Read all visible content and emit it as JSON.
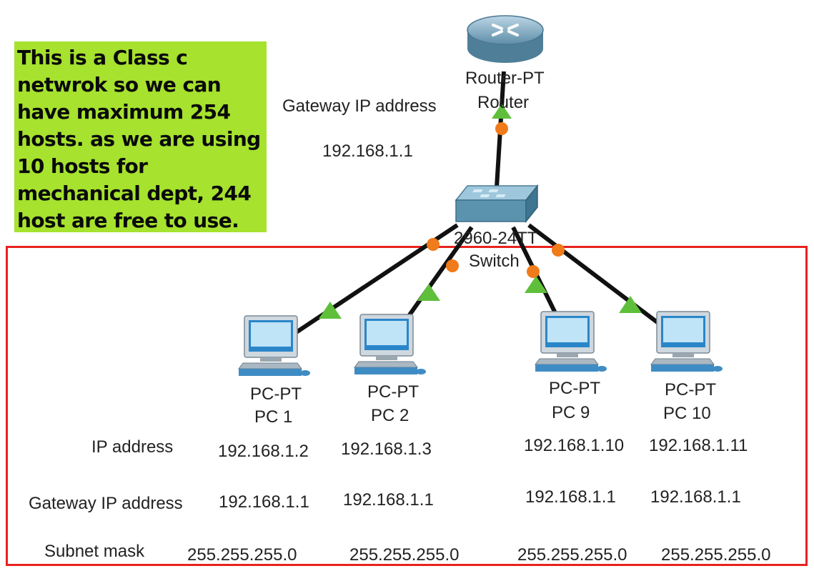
{
  "note": {
    "text": "This is a Class  c\nnetwrok  so we can\nhave maximum 254\nhosts. as we are using\n10 hosts for\nmechanical dept,  244\nhost are free to use."
  },
  "router": {
    "model": "Router-PT",
    "name": "Router"
  },
  "switch": {
    "model": "2960-24TT",
    "name": "Switch"
  },
  "gateway": {
    "label": "Gateway IP address",
    "value": "192.168.1.1"
  },
  "pcs": [
    {
      "model": "PC-PT",
      "name": "PC 1",
      "ip": "192.168.1.2",
      "gateway": "192.168.1.1",
      "mask": "255.255.255.0"
    },
    {
      "model": "PC-PT",
      "name": "PC 2",
      "ip": "192.168.1.3",
      "gateway": "192.168.1.1",
      "mask": "255.255.255.0"
    },
    {
      "model": "PC-PT",
      "name": "PC 9",
      "ip": "192.168.1.10",
      "gateway": "192.168.1.1",
      "mask": "255.255.255.0"
    },
    {
      "model": "PC-PT",
      "name": "PC 10",
      "ip": "192.168.1.11",
      "gateway": "192.168.1.1",
      "mask": "255.255.255.0"
    }
  ],
  "row_labels": {
    "ip": "IP address",
    "gateway": "Gateway IP address",
    "mask": "Subnet mask"
  },
  "colors": {
    "note_bg": "#a6e22e",
    "frame": "#e8221f",
    "link_up": "#5fbf3a",
    "link_down": "#f07b1a"
  }
}
